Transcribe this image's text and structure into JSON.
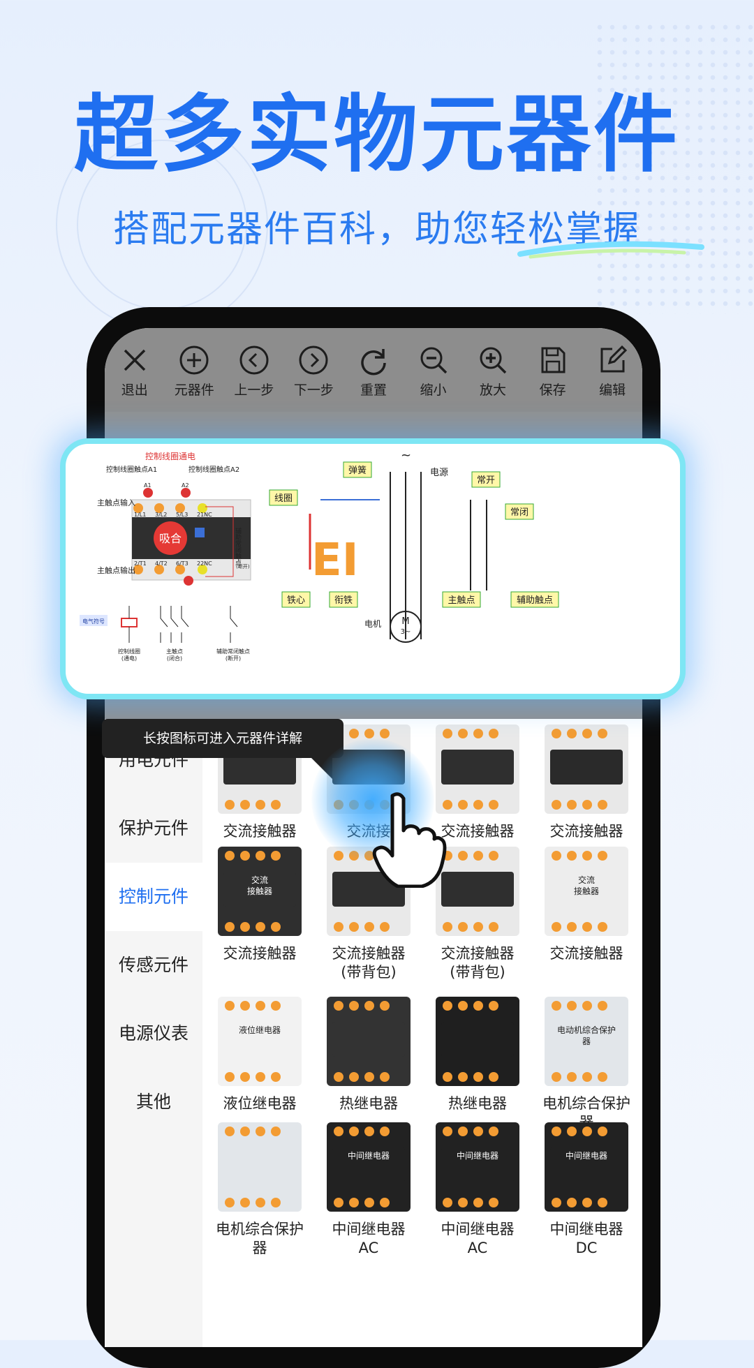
{
  "promo": {
    "headline": "超多实物元器件",
    "subline": "搭配元器件百科，助您轻松掌握"
  },
  "toolbar": [
    {
      "icon": "close-icon",
      "label": "退出"
    },
    {
      "icon": "add-circle-icon",
      "label": "元器件"
    },
    {
      "icon": "prev-icon",
      "label": "上一步"
    },
    {
      "icon": "next-icon",
      "label": "下一步"
    },
    {
      "icon": "reset-icon",
      "label": "重置"
    },
    {
      "icon": "zoom-out-icon",
      "label": "缩小"
    },
    {
      "icon": "zoom-in-icon",
      "label": "放大"
    },
    {
      "icon": "save-icon",
      "label": "保存"
    },
    {
      "icon": "edit-icon",
      "label": "编辑"
    }
  ],
  "diagram": {
    "left_top": "控制线圈通电",
    "coil_a1": "控制线圈触点A1",
    "coil_a2": "控制线圈触点A2",
    "main_in": "主触点输入",
    "main_out": "主触点输出",
    "aux_label": "辅助常闭触点",
    "aux_state": "(断开)",
    "pull_in": "吸合",
    "symbol_tag": "电气符号",
    "sym1": "控制线圈",
    "sym1_sub": "(通电)",
    "sym2": "主触点",
    "sym2_sub": "(闭合)",
    "sym3": "辅助常闭触点",
    "sym3_sub": "(断开)",
    "t_11": "1/L1",
    "t_32": "3/L2",
    "t_53": "5/L3",
    "t_21": "21NC",
    "t_21b": "2/T1",
    "t_42": "4/T2",
    "t_63": "6/T3",
    "t_22": "22NC",
    "a1": "A1",
    "a2": "A2",
    "spring": "弹簧",
    "coil": "线圈",
    "ac": "~",
    "power": "电源",
    "no": "常开",
    "nc": "常闭",
    "core": "铁心",
    "armature": "衔铁",
    "main_contact": "主触点",
    "aux_contact": "辅助触点",
    "motor_label": "电机",
    "motor_m": "M",
    "motor_sub": "3~",
    "ei": "EI"
  },
  "tooltip": "长按图标可进入元器件详解",
  "sidebar": [
    {
      "label": "用电元件",
      "active": false
    },
    {
      "label": "保护元件",
      "active": false
    },
    {
      "label": "控制元件",
      "active": true
    },
    {
      "label": "传感元件",
      "active": false
    },
    {
      "label": "电源仪表",
      "active": false
    },
    {
      "label": "其他",
      "active": false
    }
  ],
  "components": [
    {
      "label": "交流接触器",
      "sub": ""
    },
    {
      "label": "交流接",
      "sub": ""
    },
    {
      "label": "交流接触器",
      "sub": ""
    },
    {
      "label": "交流接触器",
      "sub": ""
    },
    {
      "label": "交流接触器",
      "sub": "",
      "tag": "交流\n接触器"
    },
    {
      "label": "交流接触器",
      "sub": "(带背包)"
    },
    {
      "label": "交流接触器",
      "sub": "(带背包)"
    },
    {
      "label": "交流接触器",
      "sub": "",
      "tag": "交流\n接触器"
    },
    {
      "label": "液位继电器",
      "sub": "",
      "tag": "液位继电器"
    },
    {
      "label": "热继电器",
      "sub": ""
    },
    {
      "label": "热继电器",
      "sub": ""
    },
    {
      "label": "电机综合保护",
      "sub": "器",
      "tag": "电动机综合保护器"
    },
    {
      "label": "电机综合保护",
      "sub": "器"
    },
    {
      "label": "中间继电器",
      "sub": "AC",
      "tag": "中间继电器"
    },
    {
      "label": "中间继电器",
      "sub": "AC",
      "tag": "中间继电器"
    },
    {
      "label": "中间继电器",
      "sub": "DC",
      "tag": "中间继电器"
    }
  ],
  "colors": {
    "accent": "#1f6ff0",
    "card_border": "#7ee6f4"
  }
}
